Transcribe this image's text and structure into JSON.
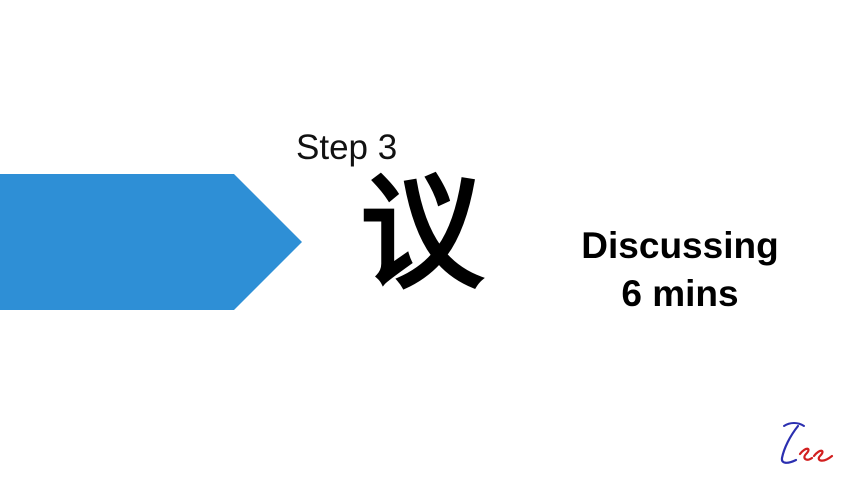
{
  "slide": {
    "step_label": "Step 3",
    "cjk_char": "议",
    "activity_title": "Discussing",
    "activity_duration": "6 mins",
    "signature_text": "Lee"
  },
  "colors": {
    "arrow": "#2e8fd6",
    "signature_red": "#d21f1f",
    "signature_blue": "#2b2fb0",
    "text": "#000000"
  }
}
